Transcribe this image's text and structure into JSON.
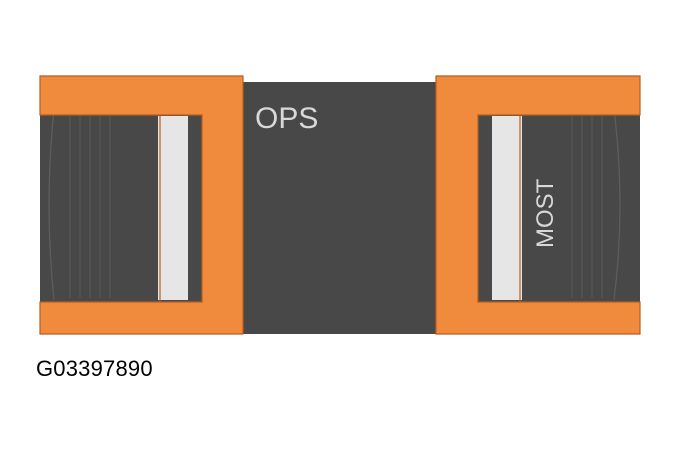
{
  "labels": {
    "left": "OPS",
    "right": "MOST"
  },
  "figure_id": "G03397890",
  "colors": {
    "housing": "#484848",
    "clip": "#f08a3c",
    "contact": "#e6e6e6",
    "label_text": "#d8d8d8"
  }
}
